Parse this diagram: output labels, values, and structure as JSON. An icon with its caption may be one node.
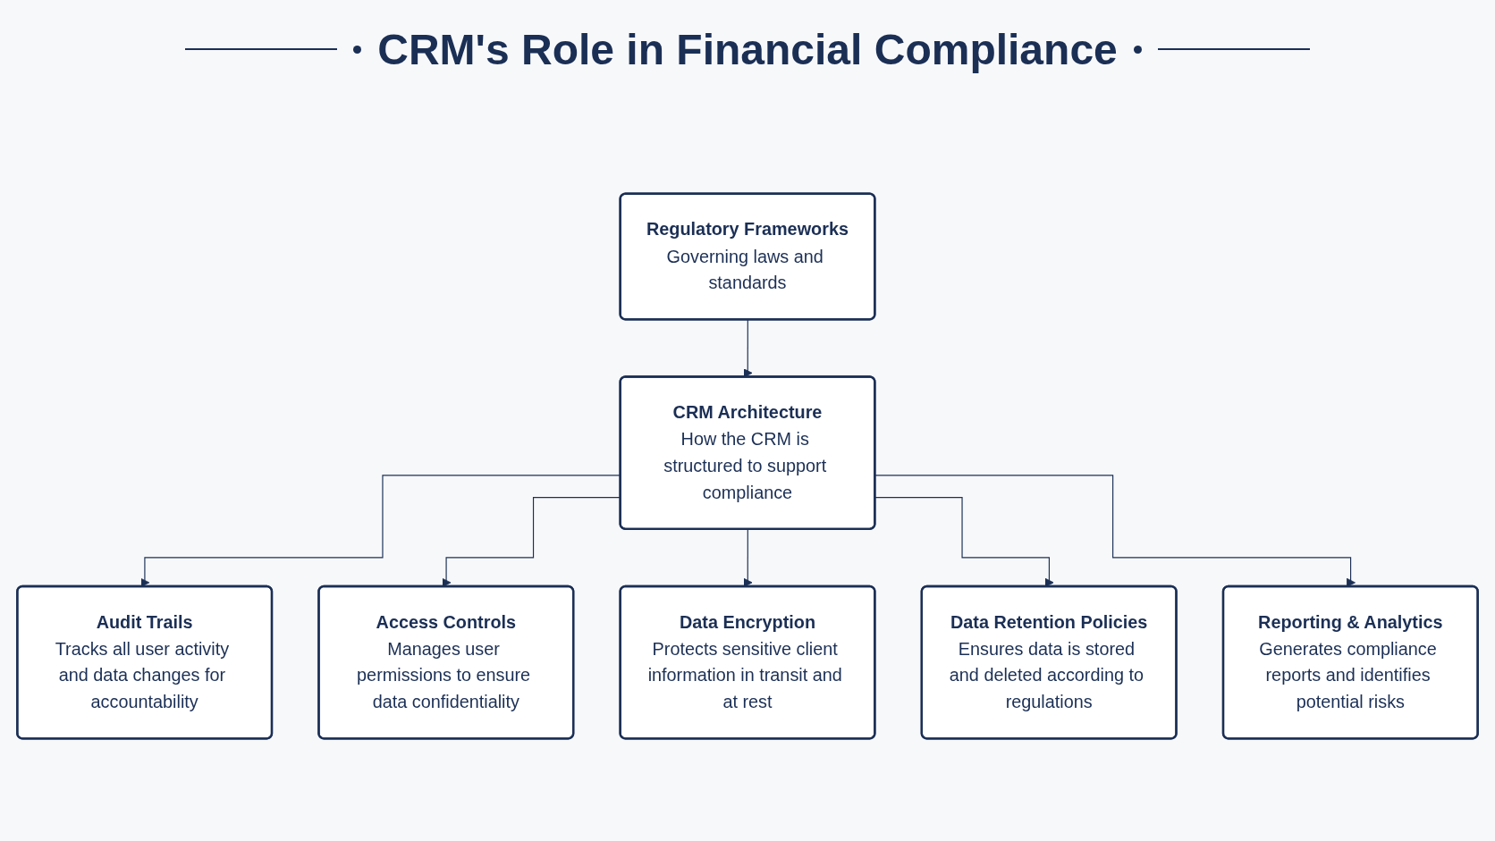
{
  "diagram": {
    "title": "CRM's Role in Financial Compliance",
    "nodes": [
      {
        "text": [
          "Regulatory Frameworks",
          "Governing laws and standards"
        ]
      },
      {
        "text": [
          "CRM Architecture",
          "How the CRM is structured to support compliance"
        ]
      },
      {
        "text": [
          "Audit Trails",
          "Tracks all user activity and data changes for accountability"
        ]
      },
      {
        "text": [
          "Access Controls",
          "Manages user permissions to ensure data confidentiality"
        ]
      },
      {
        "text": [
          "Data Encryption",
          "Protects sensitive client information in transit and at rest"
        ]
      },
      {
        "text": [
          "Data Retention Policies",
          "Ensures data is stored and deleted according to regulations"
        ]
      },
      {
        "text": [
          "Reporting & Analytics",
          "Generates compliance reports and identifies potential risks"
        ]
      }
    ],
    "edges": [
      {
        "from": 0,
        "to": 1,
        "arrow": "to"
      },
      {
        "from": 1,
        "to": 2,
        "arrow": "to"
      },
      {
        "from": 1,
        "to": 3,
        "arrow": "to"
      },
      {
        "from": 1,
        "to": 4,
        "arrow": "to"
      },
      {
        "from": 1,
        "to": 5,
        "arrow": "to"
      },
      {
        "from": 1,
        "to": 6,
        "arrow": "to"
      }
    ]
  }
}
